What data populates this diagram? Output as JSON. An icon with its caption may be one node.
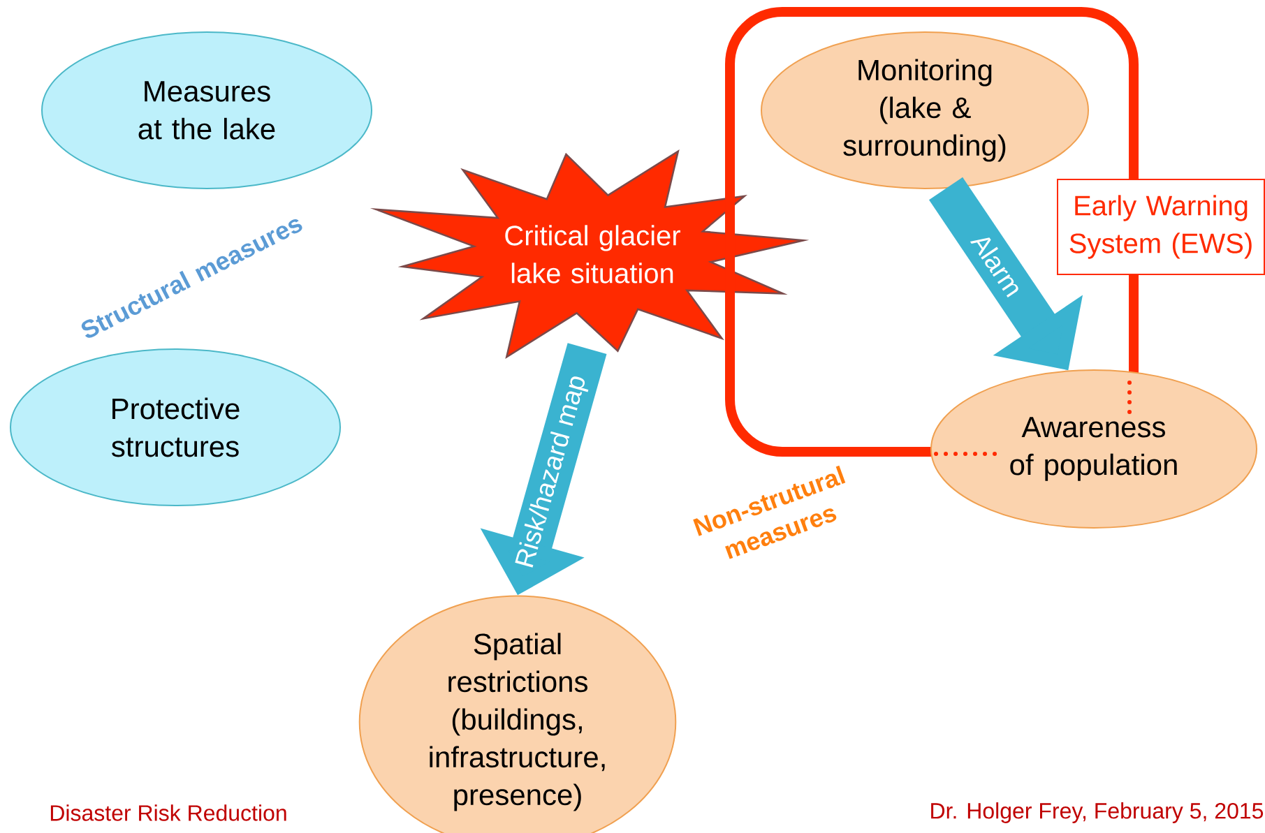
{
  "diagram": {
    "nodes": [
      {
        "text": [
          "Measures at the lake"
        ]
      },
      {
        "text": [
          "Protective structures"
        ]
      },
      {
        "text": [
          "Critical glacier lake situation"
        ]
      },
      {
        "text": [
          "Early Warning System (EWS)"
        ]
      },
      {
        "text": [
          "Monitoring (lake & surrounding)"
        ],
        "in": 3
      },
      {
        "text": [
          "Awareness of population"
        ]
      },
      {
        "text": [
          "Spatial restrictions (buildings, infrastructure, presence)"
        ]
      }
    ],
    "edges": [
      {
        "from": 2,
        "to": 6,
        "arrow": "to",
        "label": "Risk/hazard map"
      },
      {
        "from": 4,
        "to": 5,
        "arrow": "to",
        "label": "Alarm"
      }
    ],
    "labels": [
      "Structural measures",
      "Non-strutural measures",
      "Disaster Risk Reduction",
      "Dr. Holger Frey, February 5, 2015"
    ]
  }
}
